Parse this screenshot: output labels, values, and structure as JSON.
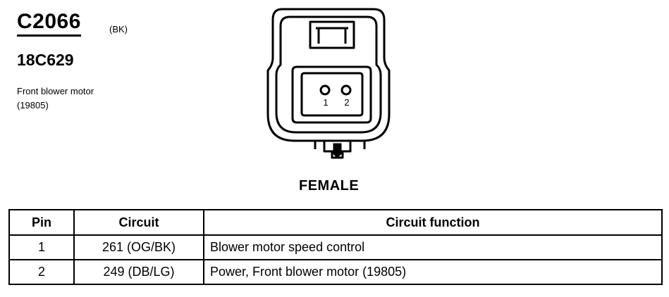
{
  "connector": {
    "id": "C2066",
    "color_code": "(BK)",
    "part_number": "18C629",
    "component_name": "Front blower motor",
    "component_code": "(19805)"
  },
  "diagram": {
    "pin_labels": [
      "1",
      "2"
    ],
    "gender": "FEMALE"
  },
  "table": {
    "headers": [
      "Pin",
      "Circuit",
      "Circuit function"
    ],
    "rows": [
      {
        "pin": "1",
        "circuit": "261 (OG/BK)",
        "function": "Blower motor speed control"
      },
      {
        "pin": "2",
        "circuit": "249 (DB/LG)",
        "function": "Power, Front blower motor (19805)"
      }
    ]
  }
}
